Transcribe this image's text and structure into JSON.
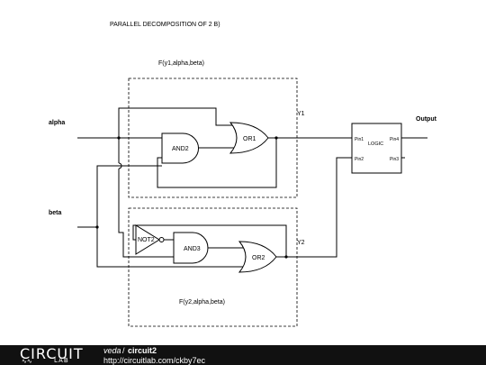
{
  "diagram": {
    "title": "PARALLEL DECOMPOSITION OF 2 B)",
    "block_top_label": "F(y1,alpha,beta)",
    "block_bottom_label": "F(y2,alpha,beta)",
    "inputs": {
      "alpha": "alpha",
      "beta": "beta"
    },
    "output": "Output",
    "nets": {
      "y1": "Y1",
      "y2": "Y2"
    },
    "gates": {
      "and2": "AND2",
      "or1": "OR1",
      "not2": "NOT2",
      "and3": "AND3",
      "or2": "OR2"
    },
    "logic_block": {
      "name": "LOGIC",
      "pin1": "Pin1",
      "pin2": "Pin2",
      "pin3": "Pin3",
      "pin4": "Pin4"
    }
  },
  "footer": {
    "logo_top": "CIRCUIT",
    "logo_bottom": "LAB",
    "author": "veda",
    "separator": "/",
    "circuit_name": "circuit2",
    "url": "http://circuitlab.com/ckby7ec"
  }
}
